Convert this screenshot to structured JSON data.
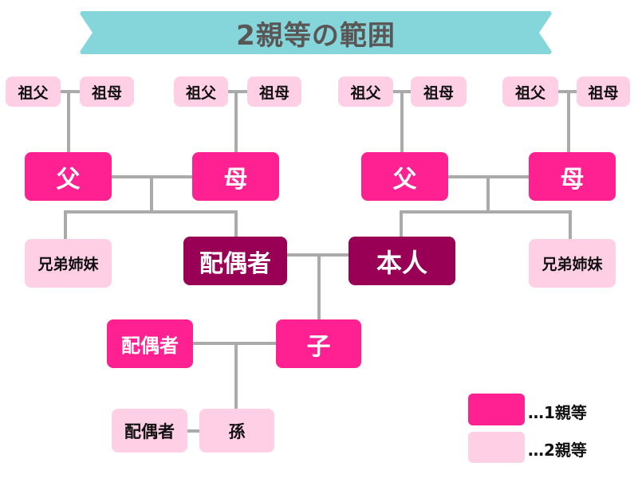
{
  "title": "2親等の範囲",
  "colors": {
    "banner": "#85d6da",
    "first_degree": "#ff2091",
    "second_degree": "#ffcfe5",
    "self": "#990055",
    "line": "#aaaaaa"
  },
  "grandparents": [
    {
      "label": "祖父"
    },
    {
      "label": "祖母"
    },
    {
      "label": "祖父"
    },
    {
      "label": "祖母"
    },
    {
      "label": "祖父"
    },
    {
      "label": "祖母"
    },
    {
      "label": "祖父"
    },
    {
      "label": "祖母"
    }
  ],
  "spouse_parents": {
    "father": "父",
    "mother": "母"
  },
  "own_parents": {
    "father": "父",
    "mother": "母"
  },
  "siblings": {
    "spouse_side": "兄弟姉妹",
    "self_side": "兄弟姉妹"
  },
  "spouse": "配偶者",
  "self": "本人",
  "child": "子",
  "child_spouse": "配偶者",
  "grandchild": "孫",
  "grandchild_spouse": "配偶者",
  "legend": [
    {
      "label": "…1親等",
      "color": "#ff2091"
    },
    {
      "label": "…2親等",
      "color": "#ffcfe5"
    }
  ]
}
